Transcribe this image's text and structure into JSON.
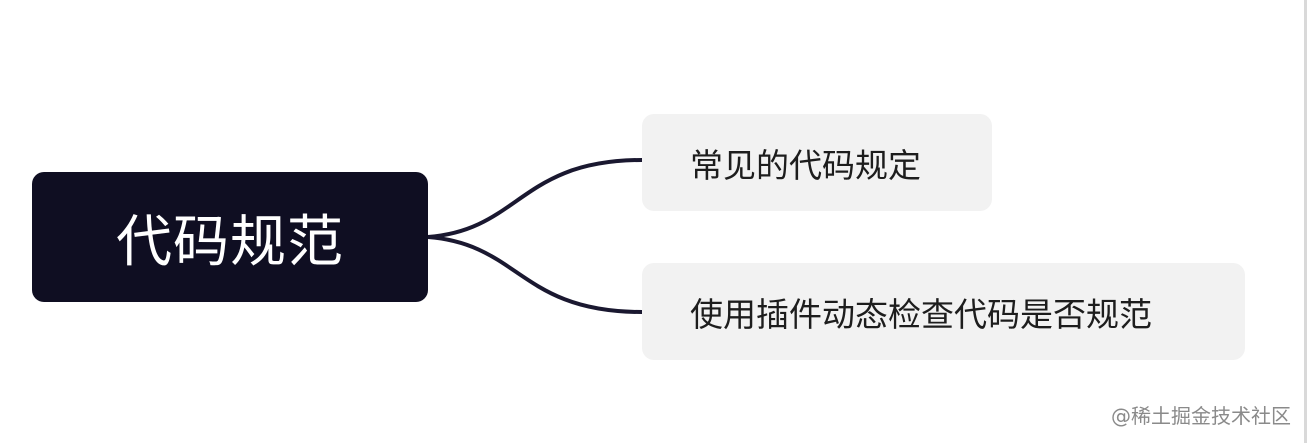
{
  "mindmap": {
    "root": {
      "label": "代码规范"
    },
    "children": [
      {
        "label": "常见的代码规定"
      },
      {
        "label": "使用插件动态检查代码是否规范"
      }
    ]
  },
  "watermark": {
    "text": "@稀土掘金技术社区"
  },
  "colors": {
    "root_fill": "#0f0e22",
    "root_text": "#ffffff",
    "child_fill": "#f2f2f2",
    "child_text": "#1d1d1d",
    "connector": "#1a1830",
    "watermark": "#8a8a8a"
  }
}
